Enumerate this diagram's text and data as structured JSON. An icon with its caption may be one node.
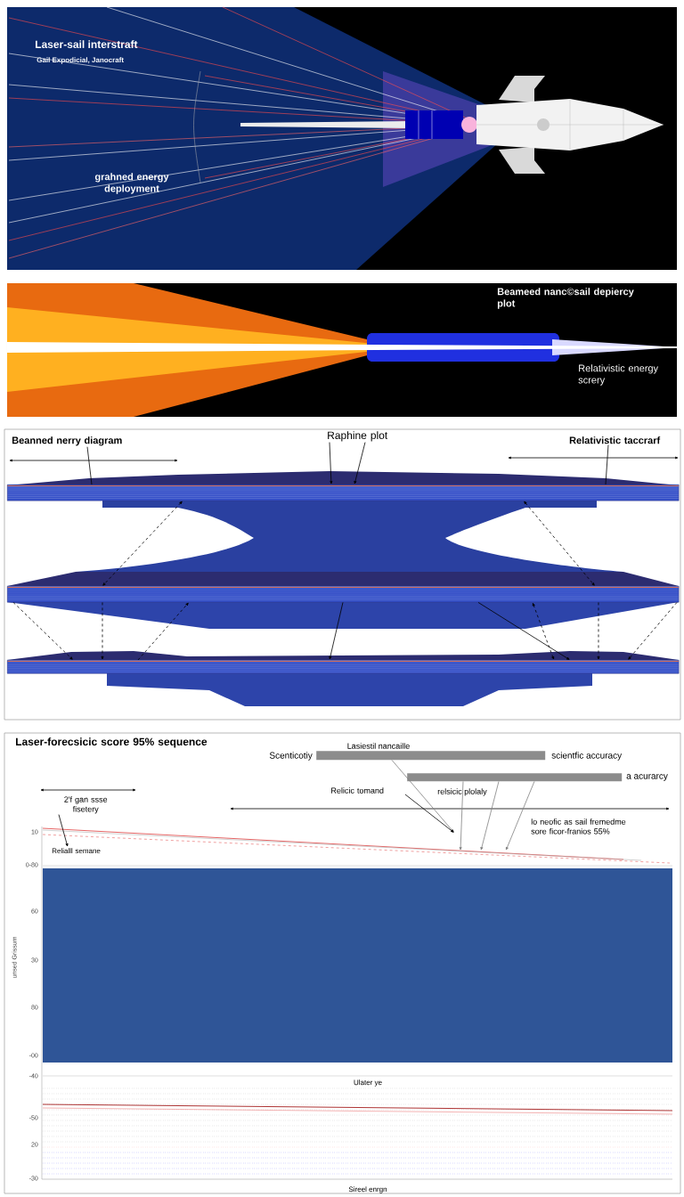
{
  "diagram": {
    "nodes": [
      {
        "text": [],
        "shape": "bar"
      },
      {
        "text": [],
        "shape": "bar"
      },
      {
        "text": [],
        "shape": "bar"
      },
      {
        "text": [
          "Beanned nerry diagram"
        ]
      },
      {
        "text": [
          "Raphine plot"
        ]
      },
      {
        "text": [
          "Relativistic taccrarf"
        ]
      },
      {
        "text": [
          "Lasiestil nancaille"
        ],
        "beside": [
          "Scenticotiy",
          "scientfic accuracy"
        ]
      },
      {
        "text": [],
        "shape": "bar",
        "beside": [
          "a acurarcy"
        ]
      },
      {
        "text": [
          "Relicic tomand"
        ]
      },
      {
        "text": [
          "2'f gan ssse fisetery"
        ]
      },
      {
        "text": [
          "Relialll semane"
        ]
      }
    ],
    "edges": [
      {
        "from": 0,
        "to": 1,
        "arrow": "both",
        "style": "dashed"
      },
      {
        "from": 0,
        "to": 1,
        "arrow": "both",
        "style": "dashed"
      },
      {
        "from": 1,
        "to": 2,
        "arrow": "to",
        "style": "dashed"
      },
      {
        "from": 1,
        "to": 2,
        "arrow": "to",
        "style": "dashed"
      },
      {
        "from": 2,
        "to": 1,
        "arrow": "to",
        "style": "dashed"
      },
      {
        "from": 1,
        "to": 2,
        "arrow": "to"
      },
      {
        "from": 1,
        "to": 2,
        "arrow": "to"
      },
      {
        "from": 1,
        "to": 2,
        "arrow": "both",
        "style": "dashed"
      },
      {
        "from": 1,
        "to": 2,
        "arrow": "to",
        "style": "dashed"
      },
      {
        "from": 1,
        "to": 2,
        "arrow": "to",
        "style": "dashed"
      },
      {
        "from": 3,
        "to": 0,
        "arrow": "none"
      },
      {
        "from": 4,
        "to": 0,
        "arrow": "to"
      },
      {
        "from": 4,
        "to": 0,
        "arrow": "to"
      },
      {
        "from": 5,
        "to": 0,
        "arrow": "none"
      },
      {
        "from": 6,
        "to": null,
        "arrow": "to",
        "color": "#808080"
      },
      {
        "from": 7,
        "to": null,
        "arrow": "to",
        "color": "#808080"
      },
      {
        "from": 7,
        "to": null,
        "arrow": "to",
        "color": "#808080"
      },
      {
        "from": 7,
        "to": null,
        "arrow": "to",
        "color": "#808080"
      },
      {
        "from": 8,
        "to": null,
        "arrow": "to"
      },
      {
        "from": 9,
        "to": 10,
        "arrow": "to"
      }
    ],
    "labels": [
      "Laser-sail interstraft",
      "Gail Expodicial, Janocraft",
      "grahned energy deployment",
      "Beameed nanc©sail depiercy plot",
      "Relativistic energy screry",
      "Laser-forecsicic score 95% sequence",
      "relsicic plolaly",
      "lo neofic as sail fremedme sore ficor-franios 55%",
      "10",
      "0-80",
      "60",
      "30",
      "80",
      "-00",
      "-40",
      "-50",
      "20",
      "-30",
      "unsed Grissum",
      "Ulater ye",
      "Sireel enrgn"
    ]
  }
}
